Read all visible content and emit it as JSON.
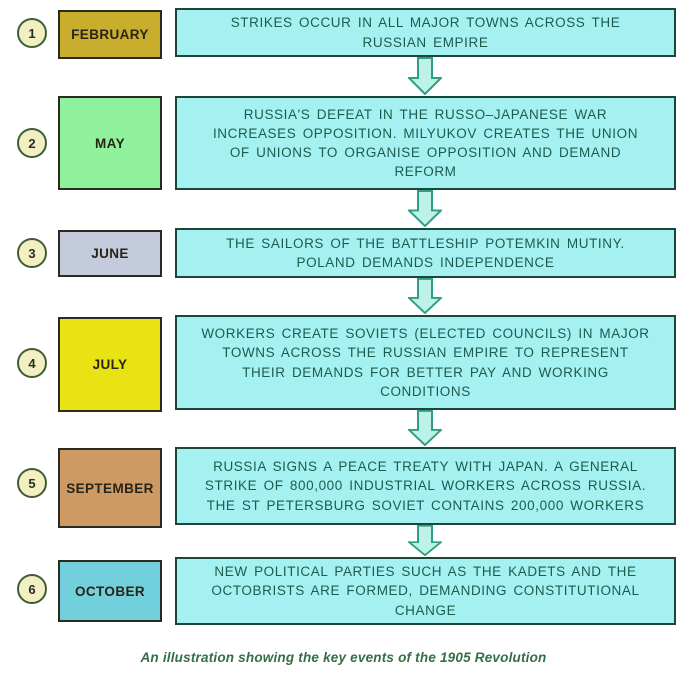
{
  "palette": {
    "event_box_fill": "#A5F1F1",
    "event_box_border": "#1D453A",
    "event_text": "#1D5B4F",
    "arrow_fill": "#BCF2E8",
    "arrow_border": "#2E9E85",
    "circle_fill": "#F2EFC2",
    "circle_border": "#3F5D35",
    "caption_color": "#356E42"
  },
  "rows": [
    {
      "number": "1",
      "month": "FEBRUARY",
      "month_color": "#C9AE2E",
      "text": "STRIKES OCCUR IN ALL MAJOR TOWNS ACROSS THE\nRUSSIAN EMPIRE"
    },
    {
      "number": "2",
      "month": "MAY",
      "month_color": "#8FF19B",
      "text": "RUSSIA'S DEFEAT IN THE RUSSO–JAPANESE WAR\nINCREASES OPPOSITION. MILYUKOV CREATES THE UNION\nOF UNIONS TO ORGANISE OPPOSITION AND DEMAND\nREFORM"
    },
    {
      "number": "3",
      "month": "JUNE",
      "month_color": "#C3CBDD",
      "text": "THE SAILORS OF THE BATTLESHIP POTEMKIN MUTINY.\nPOLAND DEMANDS INDEPENDENCE"
    },
    {
      "number": "4",
      "month": "JULY",
      "month_color": "#EAE313",
      "text": "WORKERS CREATE SOVIETS (ELECTED COUNCILS) IN MAJOR\nTOWNS ACROSS THE RUSSIAN EMPIRE TO REPRESENT\nTHEIR DEMANDS FOR BETTER PAY AND WORKING\nCONDITIONS"
    },
    {
      "number": "5",
      "month": "SEPTEMBER",
      "month_color": "#CD9A66",
      "text": "RUSSIA SIGNS A PEACE TREATY WITH JAPAN. A GENERAL\nSTRIKE OF 800,000 INDUSTRIAL WORKERS ACROSS RUSSIA.\nTHE ST PETERSBURG SOVIET CONTAINS 200,000 WORKERS"
    },
    {
      "number": "6",
      "month": "OCTOBER",
      "month_color": "#72CFDC",
      "text": "NEW POLITICAL PARTIES SUCH AS THE KADETS AND THE\nOCTOBRISTS ARE FORMED, DEMANDING CONSTITUTIONAL\nCHANGE"
    }
  ],
  "caption": "An illustration showing the key events of the 1905 Revolution"
}
